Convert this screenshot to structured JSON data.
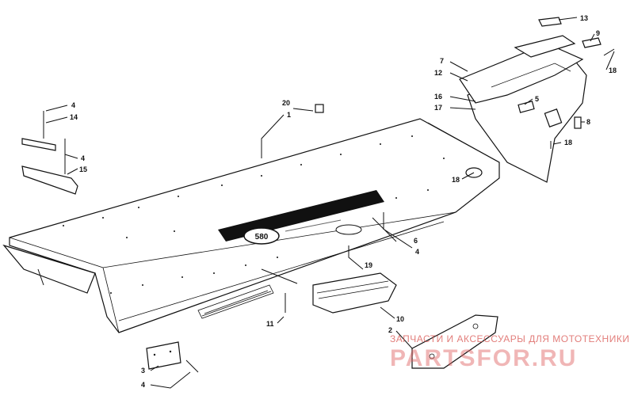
{
  "watermark": {
    "line1": "ЗАПЧАСТИ И АКСЕССУАРЫ ДЛЯ МОТОТЕХНИКИ",
    "line2": "PARTSFOR.RU"
  },
  "callouts": {
    "c1": "1",
    "c2": "2",
    "c3": "3",
    "c4a": "4",
    "c4b": "4",
    "c4c": "4",
    "c4d": "4",
    "c5": "5",
    "c6": "6",
    "c7": "7",
    "c8": "8",
    "c9": "9",
    "c10": "10",
    "c11": "11",
    "c12": "12",
    "c13": "13",
    "c14": "14",
    "c15": "15",
    "c16": "16",
    "c17": "17",
    "c18a": "18",
    "c18b": "18",
    "c18c": "18",
    "c19": "19",
    "c20": "20"
  },
  "decal": {
    "badge": "580"
  },
  "colors": {
    "ink": "#111111",
    "watermark": "#e06060",
    "decal": "#111111"
  }
}
